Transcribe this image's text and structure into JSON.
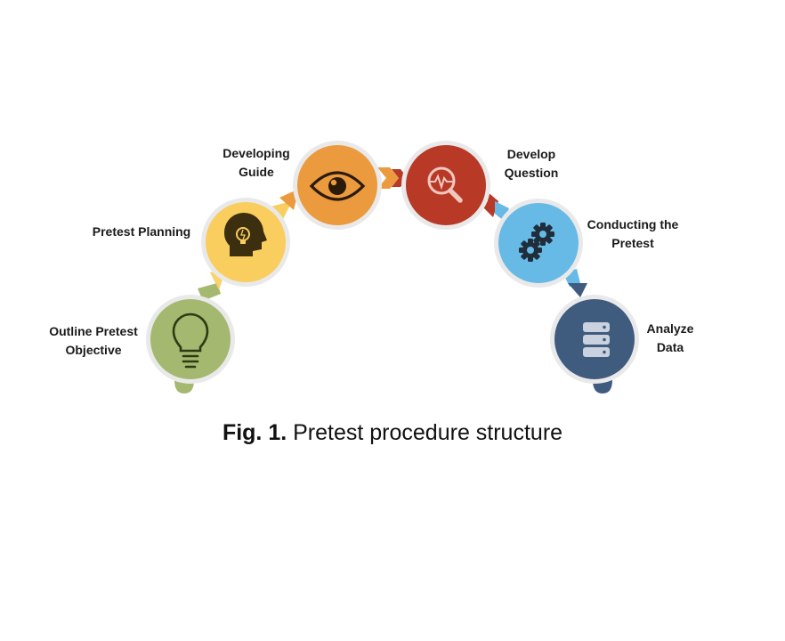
{
  "steps": [
    {
      "line1": "Outline Pretest",
      "line2": "Objective",
      "icon": "lightbulb-icon",
      "color": "#A4B86F"
    },
    {
      "line1": "Pretest Planning",
      "line2": "",
      "icon": "head-lightbulb-icon",
      "color": "#F9CD5E"
    },
    {
      "line1": "Developing",
      "line2": "Guide",
      "icon": "eye-icon",
      "color": "#EB9A3E"
    },
    {
      "line1": "Develop",
      "line2": "Question",
      "icon": "magnifier-pulse-icon",
      "color": "#B83A26"
    },
    {
      "line1": "Conducting the",
      "line2": "Pretest",
      "icon": "gears-icon",
      "color": "#67B9E6"
    },
    {
      "line1": "Analyze",
      "line2": "Data",
      "icon": "database-icon",
      "color": "#3F5B7E"
    }
  ],
  "caption": {
    "prefix": "Fig. 1.",
    "text": "Pretest procedure structure"
  }
}
